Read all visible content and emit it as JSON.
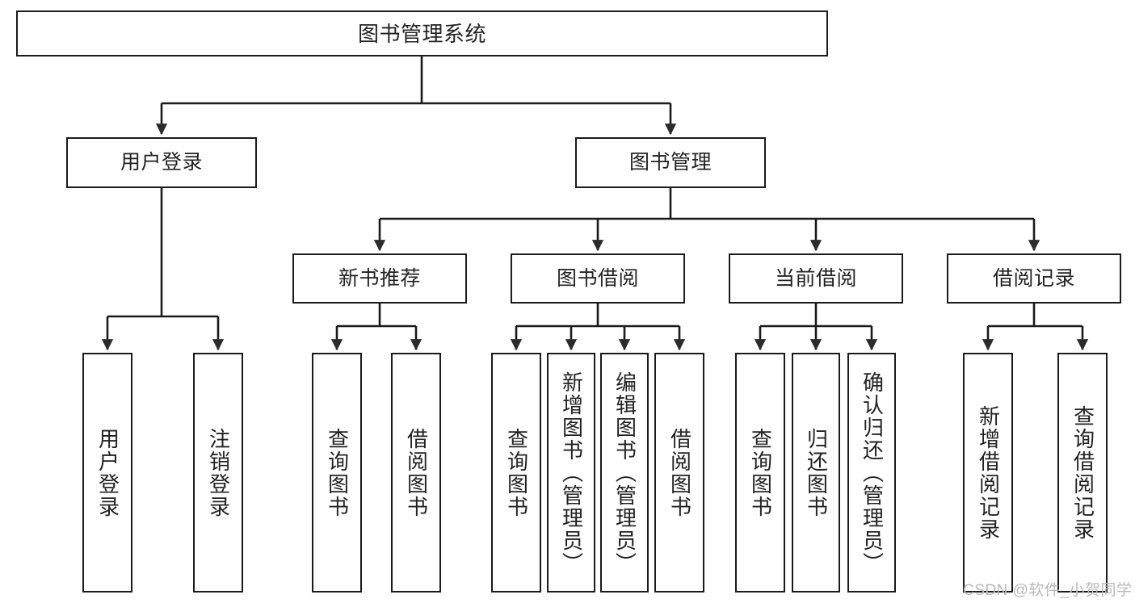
{
  "diagram": {
    "title": "图书管理系统",
    "type": "hierarchy-tree",
    "colors": {
      "box_border": "#1a1a1a",
      "box_fill": "#ffffff",
      "edge": "#1a1a1a",
      "text": "#222222",
      "watermark": "#b9b9b9",
      "background": "#ffffff"
    },
    "watermark": "CSDN @软件_小贺同学",
    "levels": {
      "level1": [
        "图书管理系统"
      ],
      "level2": [
        "用户登录",
        "图书管理"
      ],
      "level3": [
        "新书推荐",
        "图书借阅",
        "当前借阅",
        "借阅记录"
      ],
      "level4": [
        "用户登录",
        "注销登录",
        "查询图书",
        "借阅图书",
        "查询图书",
        "新增图书（管理员）",
        "编辑图书（管理员）",
        "借阅图书",
        "查询图书",
        "归还图书",
        "确认归还（管理员）",
        "新增借阅记录",
        "查询借阅记录"
      ]
    },
    "nodes": {
      "root": {
        "label": "图书管理系统"
      },
      "user_login": {
        "label": "用户登录"
      },
      "book_manage": {
        "label": "图书管理"
      },
      "new_book_rec": {
        "label": "新书推荐"
      },
      "book_borrow": {
        "label": "图书借阅"
      },
      "current_borrow": {
        "label": "当前借阅"
      },
      "borrow_record": {
        "label": "借阅记录"
      },
      "leaf_user_login": {
        "label": "用户登录"
      },
      "leaf_logout": {
        "label": "注销登录"
      },
      "leaf_query_book_1": {
        "label": "查询图书"
      },
      "leaf_borrow_book_1": {
        "label": "借阅图书"
      },
      "leaf_query_book_2": {
        "label": "查询图书"
      },
      "leaf_add_book": {
        "label": "新增图书（管理员）"
      },
      "leaf_edit_book": {
        "label": "编辑图书（管理员）"
      },
      "leaf_borrow_book_2": {
        "label": "借阅图书"
      },
      "leaf_query_book_3": {
        "label": "查询图书"
      },
      "leaf_return_book": {
        "label": "归还图书"
      },
      "leaf_confirm_return": {
        "label": "确认归还（管理员）"
      },
      "leaf_add_record": {
        "label": "新增借阅记录"
      },
      "leaf_query_record": {
        "label": "查询借阅记录"
      }
    },
    "edges": [
      {
        "from": "root",
        "to": "user_login"
      },
      {
        "from": "root",
        "to": "book_manage"
      },
      {
        "from": "user_login",
        "to": "leaf_user_login"
      },
      {
        "from": "user_login",
        "to": "leaf_logout"
      },
      {
        "from": "book_manage",
        "to": "new_book_rec"
      },
      {
        "from": "book_manage",
        "to": "book_borrow"
      },
      {
        "from": "book_manage",
        "to": "current_borrow"
      },
      {
        "from": "book_manage",
        "to": "borrow_record"
      },
      {
        "from": "new_book_rec",
        "to": "leaf_query_book_1"
      },
      {
        "from": "new_book_rec",
        "to": "leaf_borrow_book_1"
      },
      {
        "from": "book_borrow",
        "to": "leaf_query_book_2"
      },
      {
        "from": "book_borrow",
        "to": "leaf_add_book"
      },
      {
        "from": "book_borrow",
        "to": "leaf_edit_book"
      },
      {
        "from": "book_borrow",
        "to": "leaf_borrow_book_2"
      },
      {
        "from": "current_borrow",
        "to": "leaf_query_book_3"
      },
      {
        "from": "current_borrow",
        "to": "leaf_return_book"
      },
      {
        "from": "current_borrow",
        "to": "leaf_confirm_return"
      },
      {
        "from": "borrow_record",
        "to": "leaf_add_record"
      },
      {
        "from": "borrow_record",
        "to": "leaf_query_record"
      }
    ]
  }
}
